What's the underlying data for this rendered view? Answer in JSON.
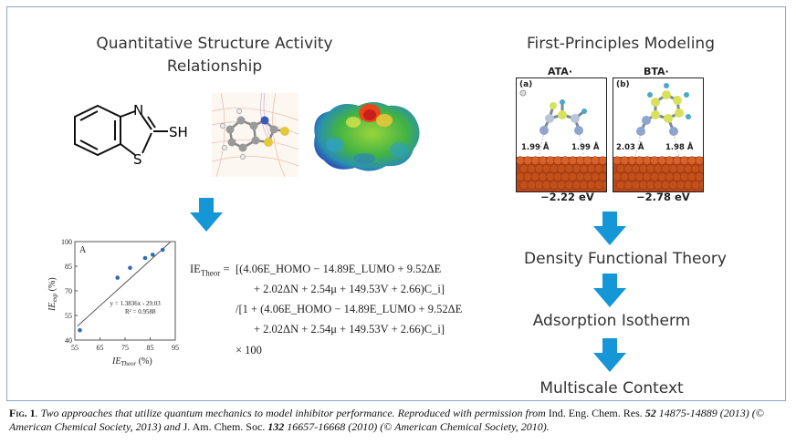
{
  "left": {
    "title_line1": "Quantitative Structure Activity",
    "title_line2": "Relationship",
    "molecule_label": "SH",
    "atom_n": "N",
    "atom_s": "S"
  },
  "right": {
    "title": "First-Principles Modeling",
    "panel_a": {
      "header": "ATA·",
      "tag": "(a)",
      "bond1": "1.99 Å",
      "bond2": "1.99 Å",
      "energy": "−2.22 eV"
    },
    "panel_b": {
      "header": "BTA·",
      "tag": "(b)",
      "bond1": "2.03 Å",
      "bond2": "1.98 Å",
      "energy": "−2.78 eV"
    },
    "steps": [
      "Density Functional Theory",
      "Adsorption Isotherm",
      "Multiscale Context"
    ]
  },
  "chart_data": {
    "type": "scatter",
    "panel_label": "A",
    "x": [
      57,
      72,
      77,
      83,
      86,
      90
    ],
    "y": [
      46,
      78,
      84,
      90,
      92,
      95
    ],
    "fit": {
      "equation": "y = 1.3836x - 29.03",
      "r2": "R² = 0.9588"
    },
    "xlim": [
      55,
      95
    ],
    "ylim": [
      40,
      100
    ],
    "xticks": [
      "55",
      "65",
      "75",
      "85",
      "95"
    ],
    "yticks": [
      "100",
      "85",
      "70",
      "55",
      "40"
    ],
    "xlabel": "IE",
    "xlabel_sub": "Theor",
    "xlabel_unit": "(%)",
    "ylabel": "IE",
    "ylabel_sub": "exp",
    "ylabel_unit": "(%)"
  },
  "equation": {
    "lhs": "IE",
    "lhs_sub": "Theor",
    "eq": "=",
    "line1": "[(4.06E_HOMO − 14.89E_LUMO + 9.52ΔE",
    "line2": "+ 2.02ΔN + 2.54μ + 149.53V + 2.66)C_i]",
    "line3": "/[1 + (4.06E_HOMO − 14.89E_LUMO + 9.52ΔE",
    "line4": "+ 2.02ΔN + 2.54μ + 149.53V + 2.66)C_i]",
    "line5": "× 100"
  },
  "caption": {
    "fig": "Fig. 1",
    "text1": ". Two approaches that utilize quantum mechanics to model inhibitor performance. Reproduced with permission from",
    "journal1": "Ind. Eng. Chem. Res.",
    "vol1": "52",
    "text2": "14875-14889 (2013) (© American Chemical Society, 2013) and",
    "journal2": "J. Am. Chem. Soc.",
    "vol2": "132",
    "text3": "16657-16668 (2010) (© American Chemical Society, 2010)."
  },
  "colors": {
    "arrow": "#1596d6",
    "frame": "#8aa7c4",
    "copper": "#c4501a"
  }
}
